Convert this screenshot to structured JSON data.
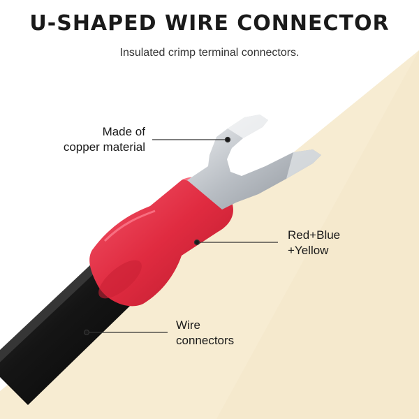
{
  "title": "U-SHAPED WIRE CONNECTOR",
  "subtitle": "Insulated crimp terminal connectors.",
  "callouts": {
    "material": {
      "line1": "Made of",
      "line2": "copper material"
    },
    "colors": {
      "line1": "Red+Blue",
      "line2": "+Yellow"
    },
    "wire": {
      "line1": "Wire",
      "line2": "connectors"
    }
  },
  "colors": {
    "background_accent": "#f7ecd2",
    "insulation_red": "#e03040",
    "cable_black": "#151515",
    "metal": "#c9ccd0",
    "text": "#1a1a1a"
  }
}
